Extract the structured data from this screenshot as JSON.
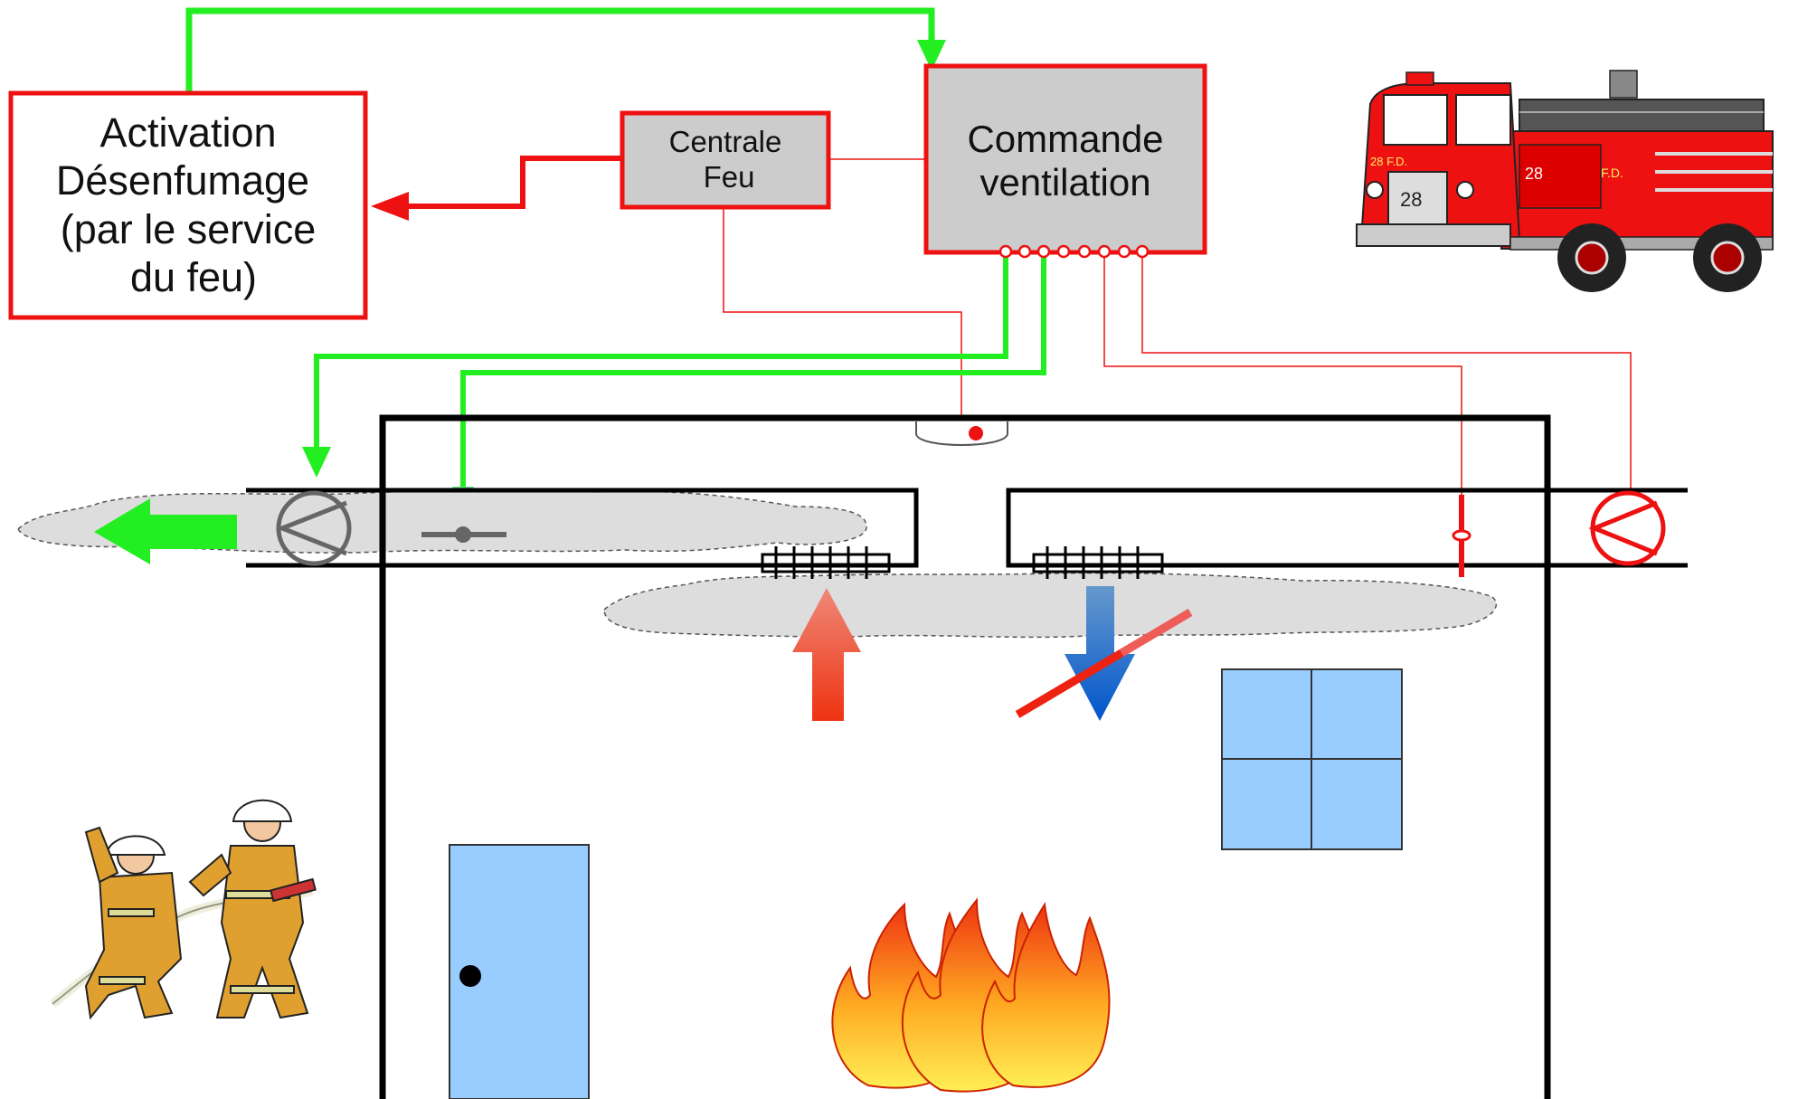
{
  "boxes": {
    "activation": {
      "lines": [
        "Activation",
        "Désenfumage",
        "(par le service",
        "du feu)"
      ],
      "border": "#ee1111",
      "fill": "#ffffff"
    },
    "centrale": {
      "lines": [
        "Centrale",
        "Feu"
      ],
      "border": "#ee1111",
      "fill": "#cccccc"
    },
    "commande": {
      "lines": [
        "Commande",
        "ventilation"
      ],
      "border": "#ee1111",
      "fill": "#cccccc"
    }
  },
  "colors": {
    "signal_green": "#22ee22",
    "wire_red": "#ee1111",
    "smoke": "#dddddd",
    "window_blue": "#99ccff",
    "door_blue": "#99ccff",
    "arrow_hot": "#ee4411",
    "arrow_cold": "#1166cc",
    "building": "#000000"
  },
  "illustrations": [
    "fire-truck",
    "firefighters",
    "flames"
  ],
  "truck": {
    "numbers": [
      "28",
      "28",
      "28"
    ],
    "markings": [
      "28 F.D.",
      "F.D."
    ]
  }
}
